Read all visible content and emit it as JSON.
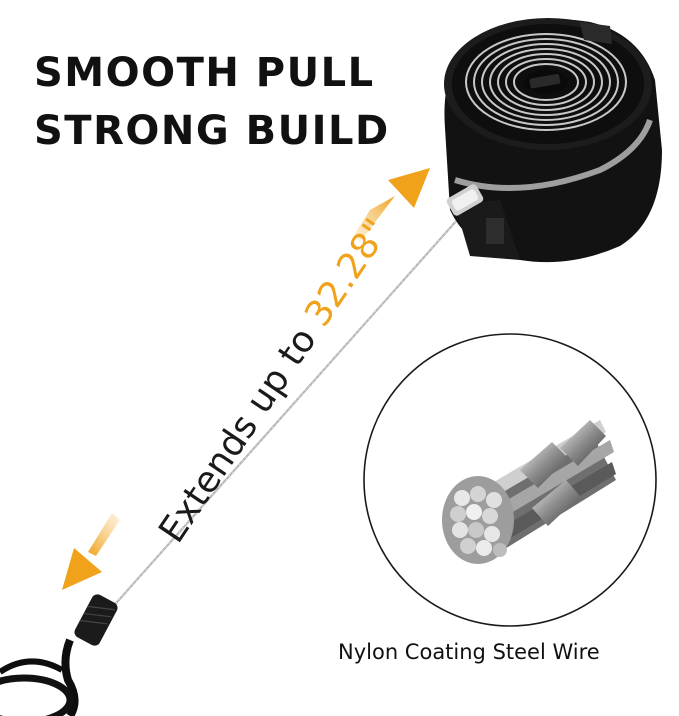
{
  "headline": {
    "line1": "SMOOTH PULL",
    "line2": "STRONG BUILD"
  },
  "extension": {
    "prefix": "Extends up to ",
    "value": "32.28\"",
    "accent_color": "#f0a21a"
  },
  "inset": {
    "caption": "Nylon Coating Steel Wire"
  },
  "colors": {
    "reel_body": "#111111",
    "wire": "#b8b8b8",
    "arrow": "#f0a21a"
  }
}
